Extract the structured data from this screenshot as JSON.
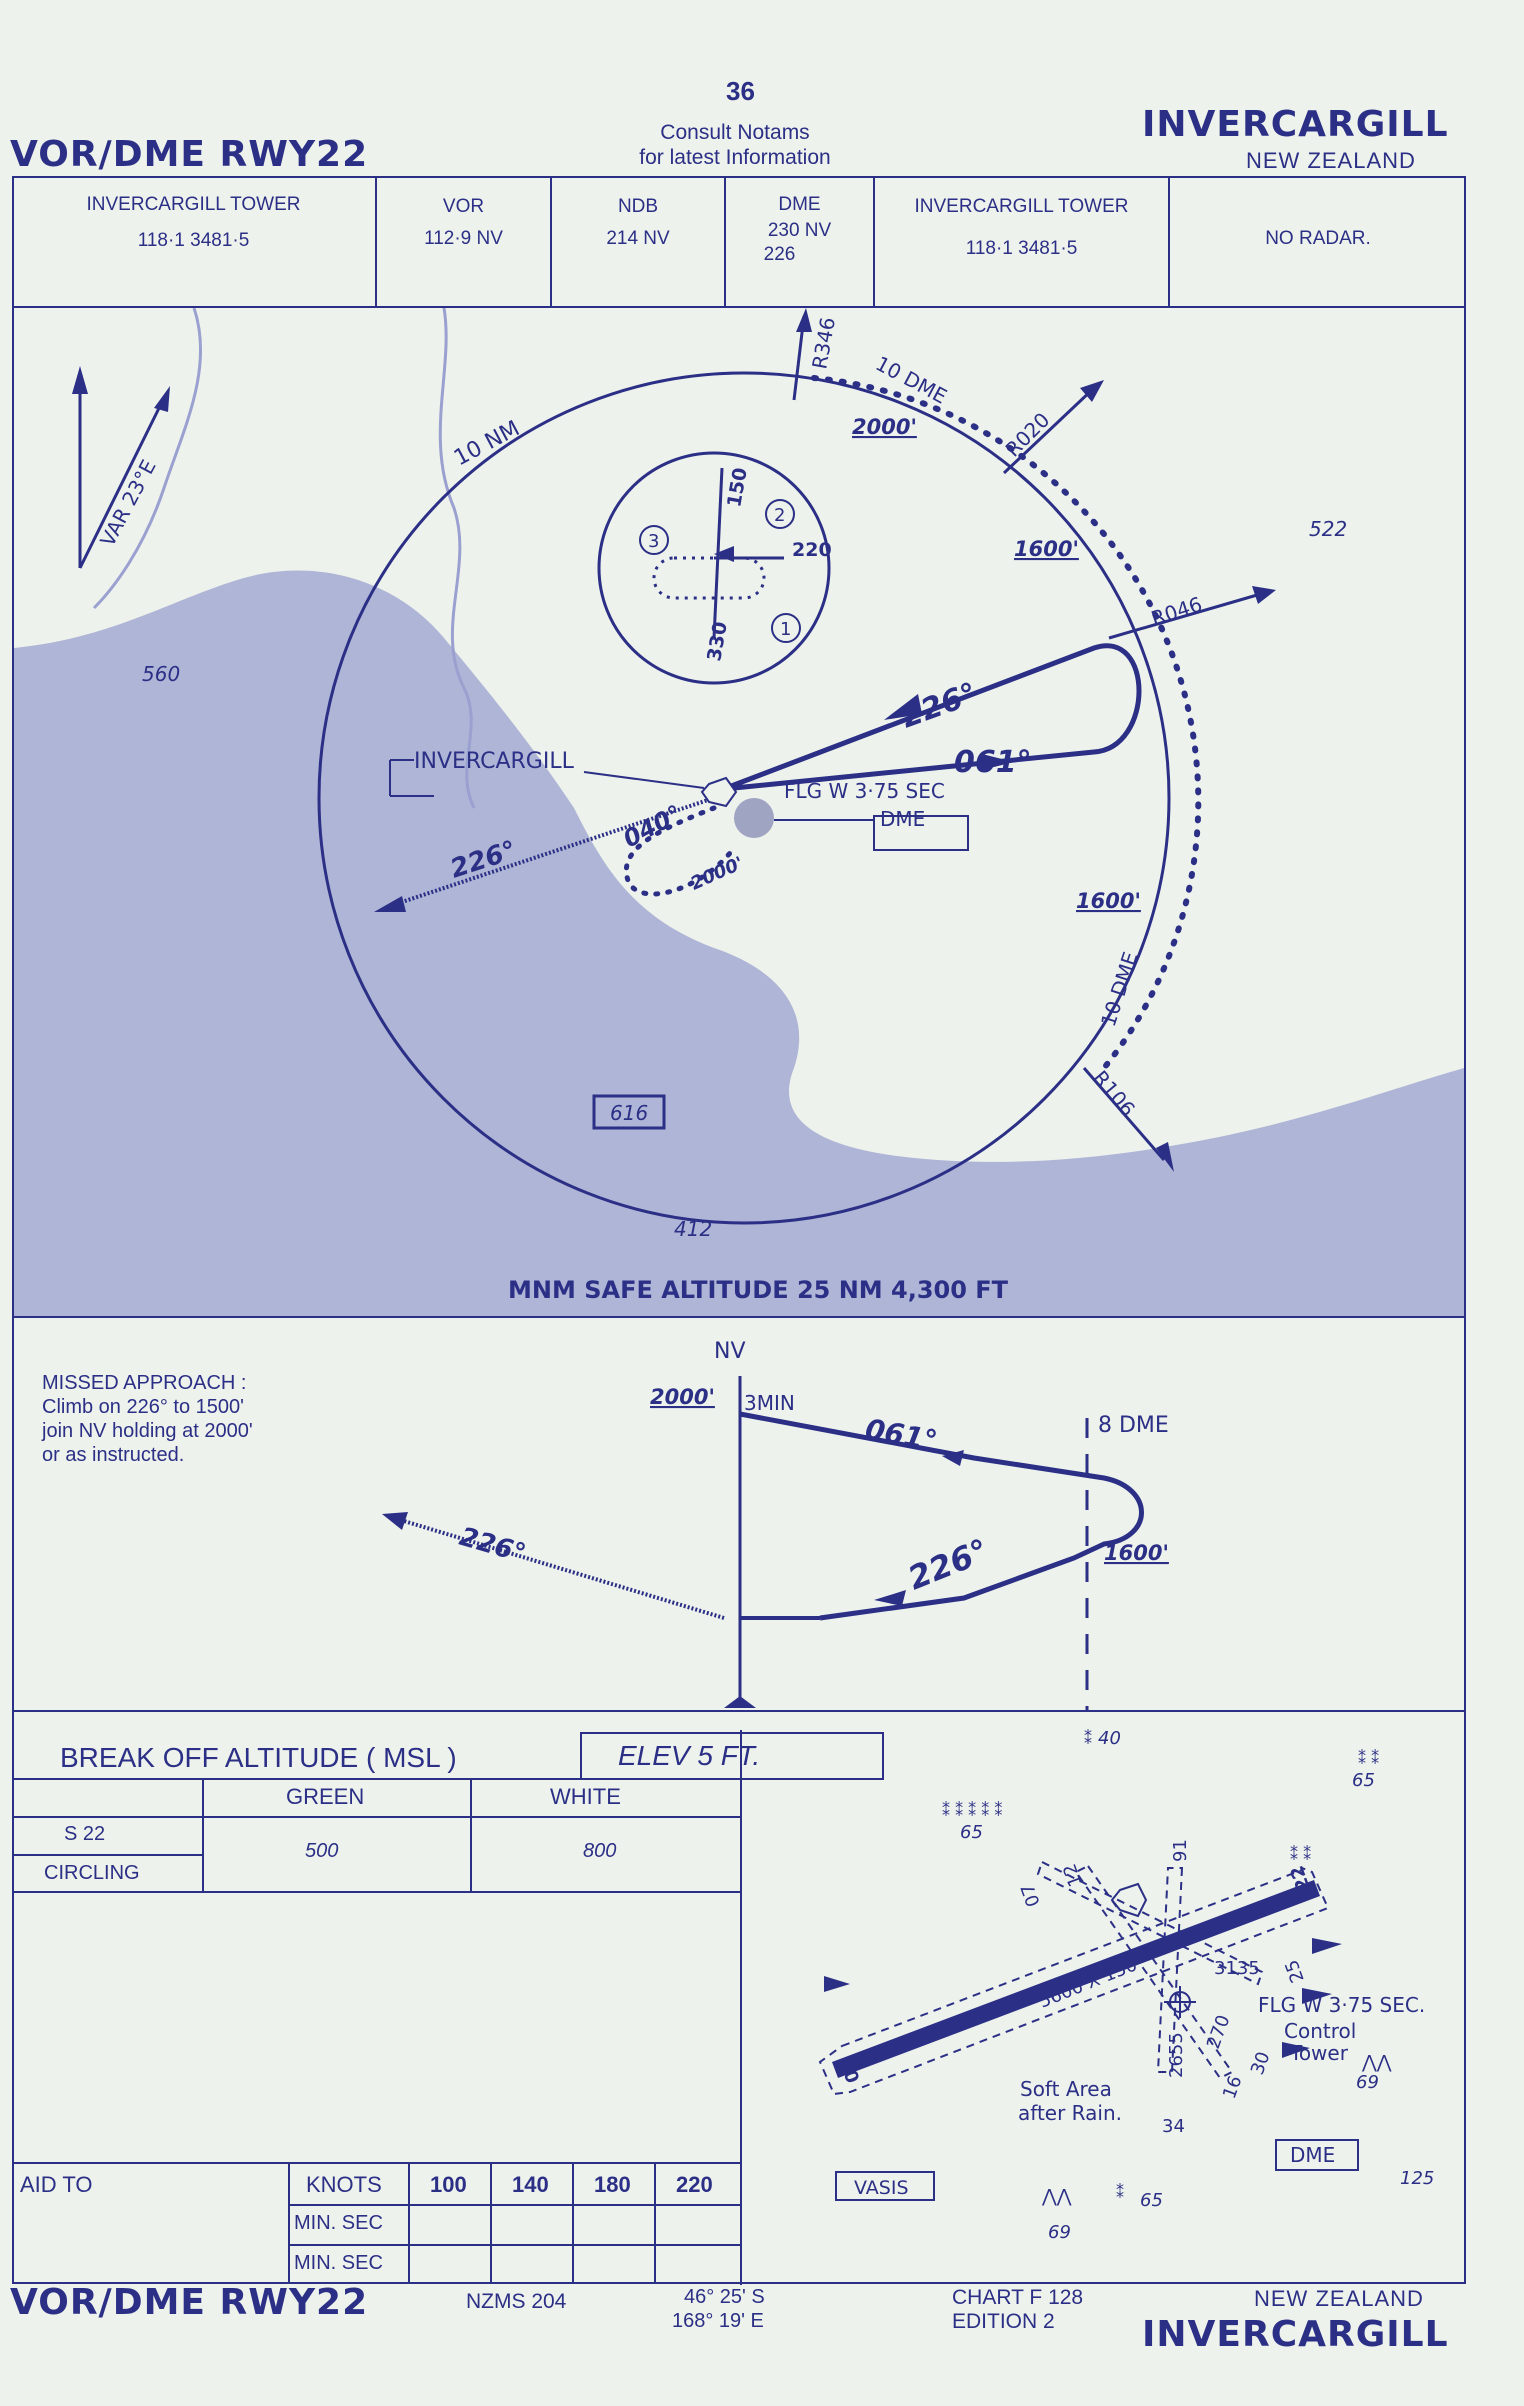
{
  "page_number": "36",
  "notams": [
    "Consult  Notams",
    "for  latest  Information"
  ],
  "procedure_title": "VOR/DME RWY22",
  "airport": "INVERCARGILL",
  "country": "NEW ZEALAND",
  "freq_boxes": [
    {
      "label": "INVERCARGILL    TOWER",
      "value": "118·1   3481·5"
    },
    {
      "label": "VOR",
      "value": "112·9     NV"
    },
    {
      "label": "NDB",
      "value": "214 NV"
    },
    {
      "label": "DME",
      "value": "230 NV",
      "value2": "226"
    },
    {
      "label": "INVERCARGILL TOWER",
      "value": "118·1   3481·5"
    },
    {
      "label": "",
      "value": "NO RADAR."
    }
  ],
  "plan_view": {
    "variation": "VAR 23°E",
    "spot_heights": [
      "560",
      "616",
      "412",
      "522"
    ],
    "ring_label": "10 NM",
    "dme_arc_labels": [
      "10 DME",
      "10 DME"
    ],
    "radials": [
      "R346",
      "R020",
      "R046",
      "R106"
    ],
    "altitudes": [
      "2000'",
      "1600'",
      "1600'",
      "2000'"
    ],
    "tracks": [
      "226°",
      "061°",
      "040°",
      "226°"
    ],
    "inset_labels": [
      "150",
      "220",
      "330",
      "1",
      "2",
      "3"
    ],
    "navaid_label": "INVERCARGILL",
    "beacon": "FLG W 3·75 SEC",
    "dme_label": "DME",
    "msa": "MNM SAFE ALTITUDE 25 NM 4,300 FT"
  },
  "profile": {
    "missed_approach": [
      "MISSED APPROACH :",
      "Climb  on  226° to 1500'",
      "join NV holding at 2000'",
      "or as instructed."
    ],
    "nv": "NV",
    "alt_2000": "2000'",
    "three_min": "3MIN",
    "track_out": "061°",
    "track_in": "226°",
    "track_ma": "226°",
    "dme8": "8 DME",
    "alt_1600": "1600'"
  },
  "minima": {
    "heading": "BREAK OFF ALTITUDE ( MSL )",
    "elev": "ELEV       5    FT.",
    "columns": [
      "GREEN",
      "WHITE"
    ],
    "rows": [
      {
        "label": "S 22"
      },
      {
        "label": "CIRCLING"
      }
    ],
    "green": "500",
    "white": "800"
  },
  "timing": {
    "aid_to": "AID TO",
    "knots_label": "KNOTS",
    "speeds": [
      "100",
      "140",
      "180",
      "220"
    ],
    "minsec": [
      "MIN. SEC",
      "MIN. SEC"
    ]
  },
  "aerodrome": {
    "runway_size": "5600 X 150",
    "runway_ends": [
      "04",
      "22"
    ],
    "other_runways": [
      "07",
      "25",
      "12",
      "30",
      "16",
      "34"
    ],
    "numbers": [
      "91",
      "3135",
      "2655",
      "270"
    ],
    "obstacles": [
      "40",
      "65",
      "65",
      "69",
      "125",
      "65",
      "69"
    ],
    "beacon": "FLG W 3·75 SEC.",
    "tower": [
      "Control",
      "Tower"
    ],
    "soft_area": [
      "Soft Area",
      "after Rain."
    ],
    "dme": "DME",
    "vasis": "VASIS"
  },
  "footer": {
    "nzms": "NZMS 204",
    "lat": "46° 25' S",
    "lon": "168° 19' E",
    "chart": "CHART F 128",
    "edition": "EDITION 2",
    "country": "NEW ZEALAND",
    "airport": "INVERCARGILL",
    "procedure": "VOR/DME RWY22"
  }
}
